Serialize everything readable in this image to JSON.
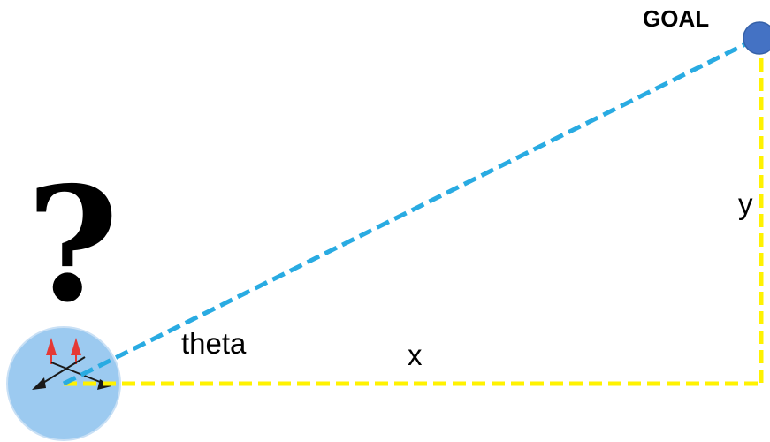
{
  "diagram": {
    "goal_label": "GOAL",
    "angle_label": "theta",
    "x_label": "x",
    "y_label": "y",
    "uncertainty_symbol": "?"
  },
  "colors": {
    "hypotenuse_line": "#29ABE2",
    "leg_lines": "#FFF200",
    "goal_marker_fill": "#4472C4",
    "robot_body_fill": "#9CCAF0",
    "robot_arrow_tip": "#E53935",
    "robot_arrow_shaft": "#1A1A1A"
  },
  "icons": {
    "robot": "robot-icon",
    "goal": "goal-marker-icon"
  }
}
